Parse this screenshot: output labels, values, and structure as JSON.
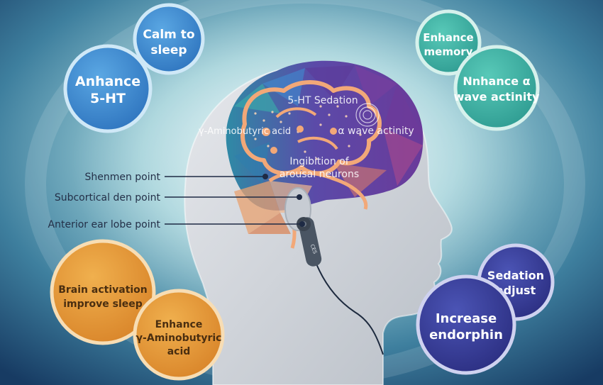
{
  "colors": {
    "background_center": "#d7eef3",
    "background_edge": "#173b63",
    "head": "#d6d9de",
    "head_shadow": "#9aa3ad",
    "brain_orange": "#e8a270",
    "brain_purple": "#5b3b9a",
    "brain_blue": "#3f8ad1",
    "brain_teal": "#3aa6a9",
    "blue_bubble": "#3f8fd2",
    "teal_bubble": "#3fb4a4",
    "orange_bubble": "#e59a36",
    "purple_bubble": "#3a3f9a",
    "leader_line": "#1e2a44"
  },
  "bubbles": {
    "calm_to_sleep": {
      "lines": [
        "Calm to",
        "sleep"
      ]
    },
    "anhance_5ht": {
      "lines": [
        "Anhance",
        "5-HT"
      ]
    },
    "enhance_memory": {
      "lines": [
        "Enhance",
        "memory"
      ]
    },
    "nnhance_alpha": {
      "lines": [
        "Nnhance α",
        "wave actinity"
      ]
    },
    "brain_activation": {
      "lines": [
        "Brain activation",
        "improve sleep"
      ]
    },
    "enhance_gaba": {
      "lines": [
        "Enhance",
        "γ-Aminobutyric",
        "acid"
      ]
    },
    "sedation_adjust": {
      "lines": [
        "Sedation",
        "adjust"
      ]
    },
    "increase_endorphin": {
      "lines": [
        "Increase",
        "endorphin"
      ]
    }
  },
  "brain_labels": {
    "sedation": "5-HT Sedation",
    "gaba": "γ-Aminobutyric acid",
    "alpha": "α wave actinity",
    "inhibition_line1": "Ingibition of",
    "inhibition_line2": "arousal neurons"
  },
  "points": {
    "shenmen": "Shenmen point",
    "subcortical": "Subcortical den point",
    "anterior": "Anterior ear lobe point"
  },
  "device": {
    "label": "CES"
  }
}
